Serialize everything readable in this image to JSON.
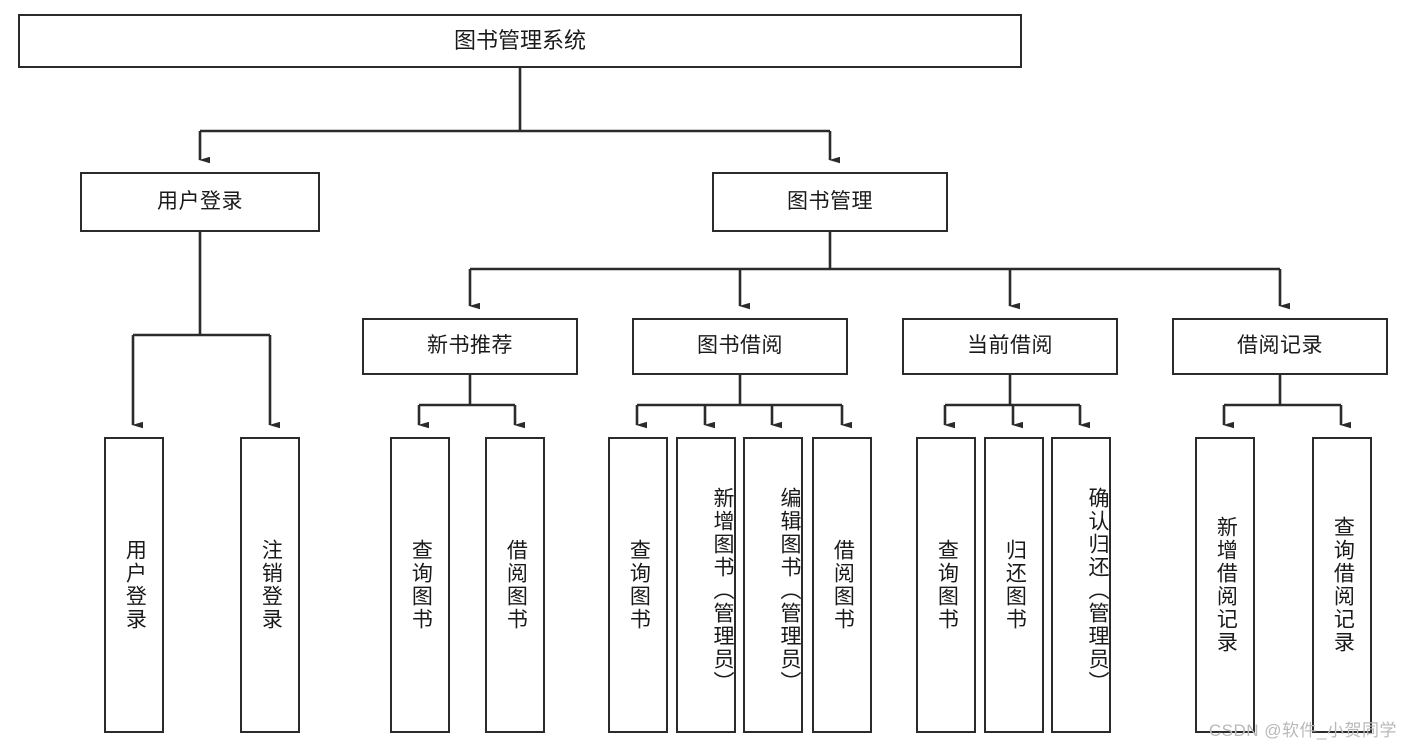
{
  "diagram": {
    "title": "图书管理系统",
    "watermark": "CSDN @软件_小贺同学",
    "line_color": "#2b2b2b",
    "box_fill": "#ffffff",
    "text_color": "#1a1a1a",
    "watermark_color": "#b9b9b9"
  },
  "nodes": {
    "root": {
      "label": "图书管理系统"
    },
    "level2": [
      {
        "label": "用户登录"
      },
      {
        "label": "图书管理"
      }
    ],
    "level3": [
      {
        "label": "新书推荐"
      },
      {
        "label": "图书借阅"
      },
      {
        "label": "当前借阅"
      },
      {
        "label": "借阅记录"
      }
    ],
    "leaves": {
      "user_login": [
        {
          "label": "用户登录"
        },
        {
          "label": "注销登录"
        }
      ],
      "new_book_recommend": [
        {
          "label": "查询图书"
        },
        {
          "label": "借阅图书"
        }
      ],
      "book_borrow": [
        {
          "label": "查询图书"
        },
        {
          "label": "新增图书（管理员）"
        },
        {
          "label": "编辑图书（管理员）"
        },
        {
          "label": "借阅图书"
        }
      ],
      "current_borrow": [
        {
          "label": "查询图书"
        },
        {
          "label": "归还图书"
        },
        {
          "label": "确认归还（管理员）"
        }
      ],
      "borrow_record": [
        {
          "label": "新增借阅记录"
        },
        {
          "label": "查询借阅记录"
        }
      ]
    }
  }
}
